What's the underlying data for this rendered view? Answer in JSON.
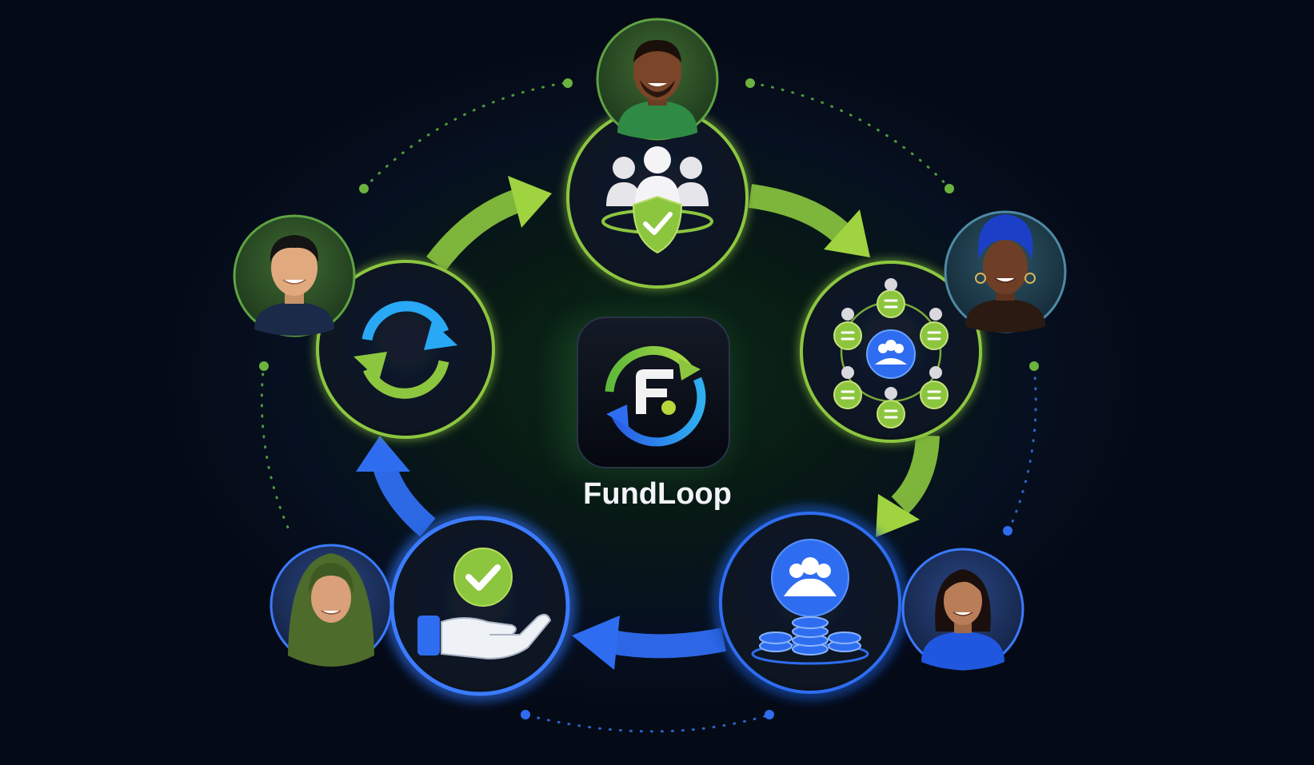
{
  "app": {
    "name": "FundLoop"
  },
  "colors": {
    "background": "#050a17",
    "green": "#8cc63f",
    "blue": "#2f6df0",
    "light_blue": "#29a8f5"
  },
  "diagram": {
    "logo": {
      "icon": "fundloop-logo-icon"
    },
    "stages": [
      {
        "icon": "group-shield-check-icon",
        "color": "green"
      },
      {
        "icon": "equal-share-network-icon",
        "color": "green"
      },
      {
        "icon": "group-coin-pool-icon",
        "color": "blue"
      },
      {
        "icon": "hand-check-payout-icon",
        "color": "blue"
      },
      {
        "icon": "sync-cycle-icon",
        "color": "green"
      }
    ],
    "members": [
      {
        "icon": "member-avatar-icon"
      },
      {
        "icon": "member-avatar-icon"
      },
      {
        "icon": "member-avatar-icon"
      },
      {
        "icon": "member-avatar-icon"
      },
      {
        "icon": "member-avatar-icon"
      }
    ]
  }
}
